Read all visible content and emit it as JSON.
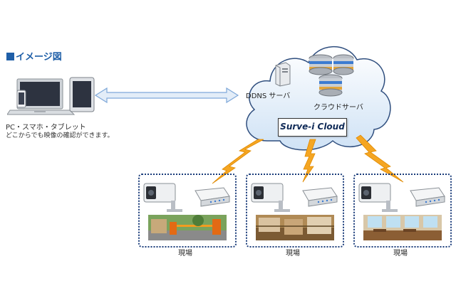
{
  "section_title": "イメージ図",
  "devices": {
    "label": "PC・スマホ・タブレット",
    "description": "どこからでも映像の確認ができます。"
  },
  "cloud": {
    "ddns_label": "DDNS サーバ",
    "cloud_server_label": "クラウドサーバ",
    "service_name": "Surve-i Cloud"
  },
  "sites": [
    {
      "label": "現場",
      "scene": "parking-gate"
    },
    {
      "label": "現場",
      "scene": "factory"
    },
    {
      "label": "現場",
      "scene": "restaurant"
    }
  ],
  "colors": {
    "accent": "#1f5fa8",
    "arrow": "#7fa8d9",
    "lightning": "#f5a623",
    "site_border": "#1a3c7a"
  },
  "icons": [
    "laptop-icon",
    "smartphone-icon",
    "tablet-icon",
    "server-icon",
    "database-icon",
    "camera-icon",
    "router-icon",
    "lightning-icon"
  ]
}
